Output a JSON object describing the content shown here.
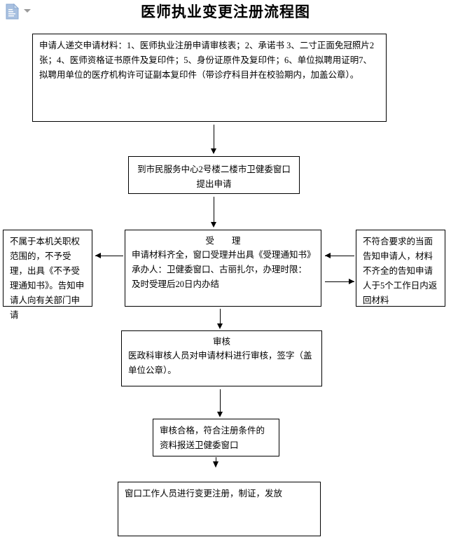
{
  "toolbar": {
    "doc_icon": "document-icon",
    "caret_icon": "chevron-down-icon"
  },
  "header": {
    "title": "医师执业变更注册流程图"
  },
  "flowchart": {
    "boxes": {
      "materials": {
        "text": "申请人递交申请材料：1、医师执业注册申请审核表；2、承诺书 3、二寸正面免冠照片2张；4、医师资格证书原件及复印件；5、身份证原件及复印件；6、单位拟聘用证明7、拟聘用单位的医疗机构许可证副本复印件（带诊疗科目并在校验期内，加盖公章）。"
      },
      "submit": {
        "text": "到市民服务中心2号楼二楼市卫健委窗口提出申请"
      },
      "accept": {
        "heading": "受　　理",
        "text": "申请材料齐全，窗口受理并出具《受理通知书》承办人：卫健委窗口、古丽扎尔，办理时限：及时受理后20日内办结"
      },
      "reject": {
        "text": "不属于本机关职权范围的，不予受理，出具《不予受理通知书》。告知申请人向有关部门申请"
      },
      "incomplete": {
        "text": "不符合要求的当面告知申请人，材料不齐全的告知申请人于5个工作日内返回材料"
      },
      "review": {
        "heading": "审核",
        "text": "医政科审核人员对申请材料进行审核，签字（盖单位公章）。"
      },
      "qualified": {
        "text": "审核合格，符合注册条件的资料报送卫健委窗口"
      },
      "issue": {
        "text": "窗口工作人员进行变更注册，制证，发放"
      }
    },
    "connectors": [
      {
        "name": "materials-to-submit",
        "direction": "down"
      },
      {
        "name": "submit-to-accept",
        "direction": "down"
      },
      {
        "name": "accept-to-reject",
        "direction": "left"
      },
      {
        "name": "accept-to-incomplete-in",
        "direction": "left"
      },
      {
        "name": "accept-to-incomplete-out",
        "direction": "right"
      },
      {
        "name": "accept-to-review",
        "direction": "down"
      },
      {
        "name": "review-to-qualified",
        "direction": "down"
      },
      {
        "name": "qualified-to-issue",
        "direction": "down"
      }
    ]
  },
  "colors": {
    "background": "#ffffff",
    "stroke": "#000000",
    "doc_icon_fill": "#a8c0e0",
    "caret_fill": "#9a9a9a"
  }
}
